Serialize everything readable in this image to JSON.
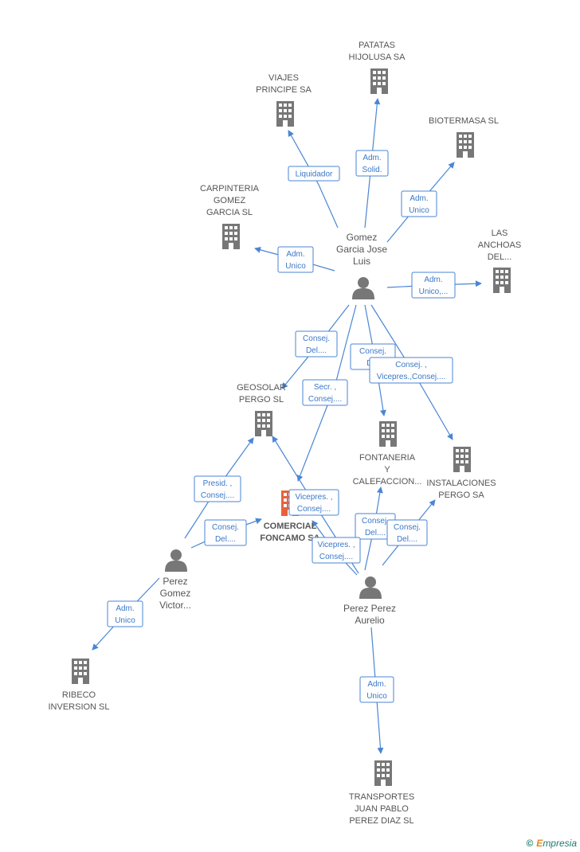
{
  "colors": {
    "edge": "#4a86d4",
    "edge_text": "#3a78c8",
    "icon": "#777777",
    "main_icon": "#e8623a",
    "label": "#555555"
  },
  "nodes": [
    {
      "id": "patatas",
      "kind": "company",
      "lines": [
        "PATATAS",
        "HIJOLUSA SA"
      ]
    },
    {
      "id": "viajes",
      "kind": "company",
      "lines": [
        "VIAJES",
        "PRINCIPE SA"
      ]
    },
    {
      "id": "biotermasa",
      "kind": "company",
      "lines": [
        "BIOTERMASA SL"
      ]
    },
    {
      "id": "carpinteria",
      "kind": "company",
      "lines": [
        "CARPINTERIA",
        "GOMEZ",
        "GARCIA  SL"
      ]
    },
    {
      "id": "anchoas",
      "kind": "company",
      "lines": [
        "LAS",
        "ANCHOAS",
        "DEL..."
      ]
    },
    {
      "id": "gomez",
      "kind": "person",
      "lines": [
        "Gomez",
        "Garcia Jose",
        "Luis"
      ]
    },
    {
      "id": "geosolar",
      "kind": "company",
      "lines": [
        "GEOSOLAR",
        "PERGO SL"
      ]
    },
    {
      "id": "fontaneria",
      "kind": "company",
      "lines": [
        "FONTANERIA",
        "Y",
        "CALEFACCION..."
      ]
    },
    {
      "id": "instalaciones",
      "kind": "company",
      "lines": [
        "INSTALACIONES",
        "PERGO SA"
      ]
    },
    {
      "id": "comercial",
      "kind": "main",
      "lines": [
        "COMERCIAL",
        "FONCAMO SA"
      ]
    },
    {
      "id": "perezgomez",
      "kind": "person",
      "lines": [
        "Perez",
        "Gomez",
        "Victor..."
      ]
    },
    {
      "id": "perezperez",
      "kind": "person",
      "lines": [
        "Perez Perez",
        "Aurelio"
      ]
    },
    {
      "id": "ribeco",
      "kind": "company",
      "lines": [
        "RIBECO",
        "INVERSION SL"
      ]
    },
    {
      "id": "transportes",
      "kind": "company",
      "lines": [
        "TRANSPORTES",
        "JUAN PABLO",
        "PEREZ DIAZ SL"
      ]
    }
  ],
  "edges": [
    {
      "id": "e-liquidador",
      "lines": [
        "Liquidador"
      ]
    },
    {
      "id": "e-solid",
      "lines": [
        "Adm.",
        "Solid."
      ]
    },
    {
      "id": "e-bio",
      "lines": [
        "Adm.",
        "Unico"
      ]
    },
    {
      "id": "e-carp",
      "lines": [
        "Adm.",
        "Unico"
      ]
    },
    {
      "id": "e-anch",
      "lines": [
        "Adm.",
        "Unico,..."
      ]
    },
    {
      "id": "e-geo1",
      "lines": [
        "Consej.",
        "Del...."
      ]
    },
    {
      "id": "e-secr",
      "lines": [
        "Secr. ,",
        "Consej...."
      ]
    },
    {
      "id": "e-font1",
      "lines": [
        "Consej.",
        "D..."
      ]
    },
    {
      "id": "e-inst1",
      "lines": [
        "Consej. ,",
        "Vicepres.,Consej...."
      ]
    },
    {
      "id": "e-geo2",
      "lines": [
        "Presid. ,",
        "Consej...."
      ]
    },
    {
      "id": "e-com1",
      "lines": [
        "Consej.",
        "Del...."
      ]
    },
    {
      "id": "e-geo3",
      "lines": [
        "Vicepres. ,",
        "Consej...."
      ]
    },
    {
      "id": "e-font2",
      "lines": [
        "Consej.",
        "Del...."
      ]
    },
    {
      "id": "e-inst2",
      "lines": [
        "Consej.",
        "Del...."
      ]
    },
    {
      "id": "e-com2",
      "lines": [
        "Vicepres. ,",
        "Consej...."
      ]
    },
    {
      "id": "e-ribeco",
      "lines": [
        "Adm.",
        "Unico"
      ]
    },
    {
      "id": "e-transp",
      "lines": [
        "Adm.",
        "Unico"
      ]
    }
  ],
  "watermark": {
    "copyright": "©",
    "brand_initial": "E",
    "brand_rest": "mpresia"
  }
}
